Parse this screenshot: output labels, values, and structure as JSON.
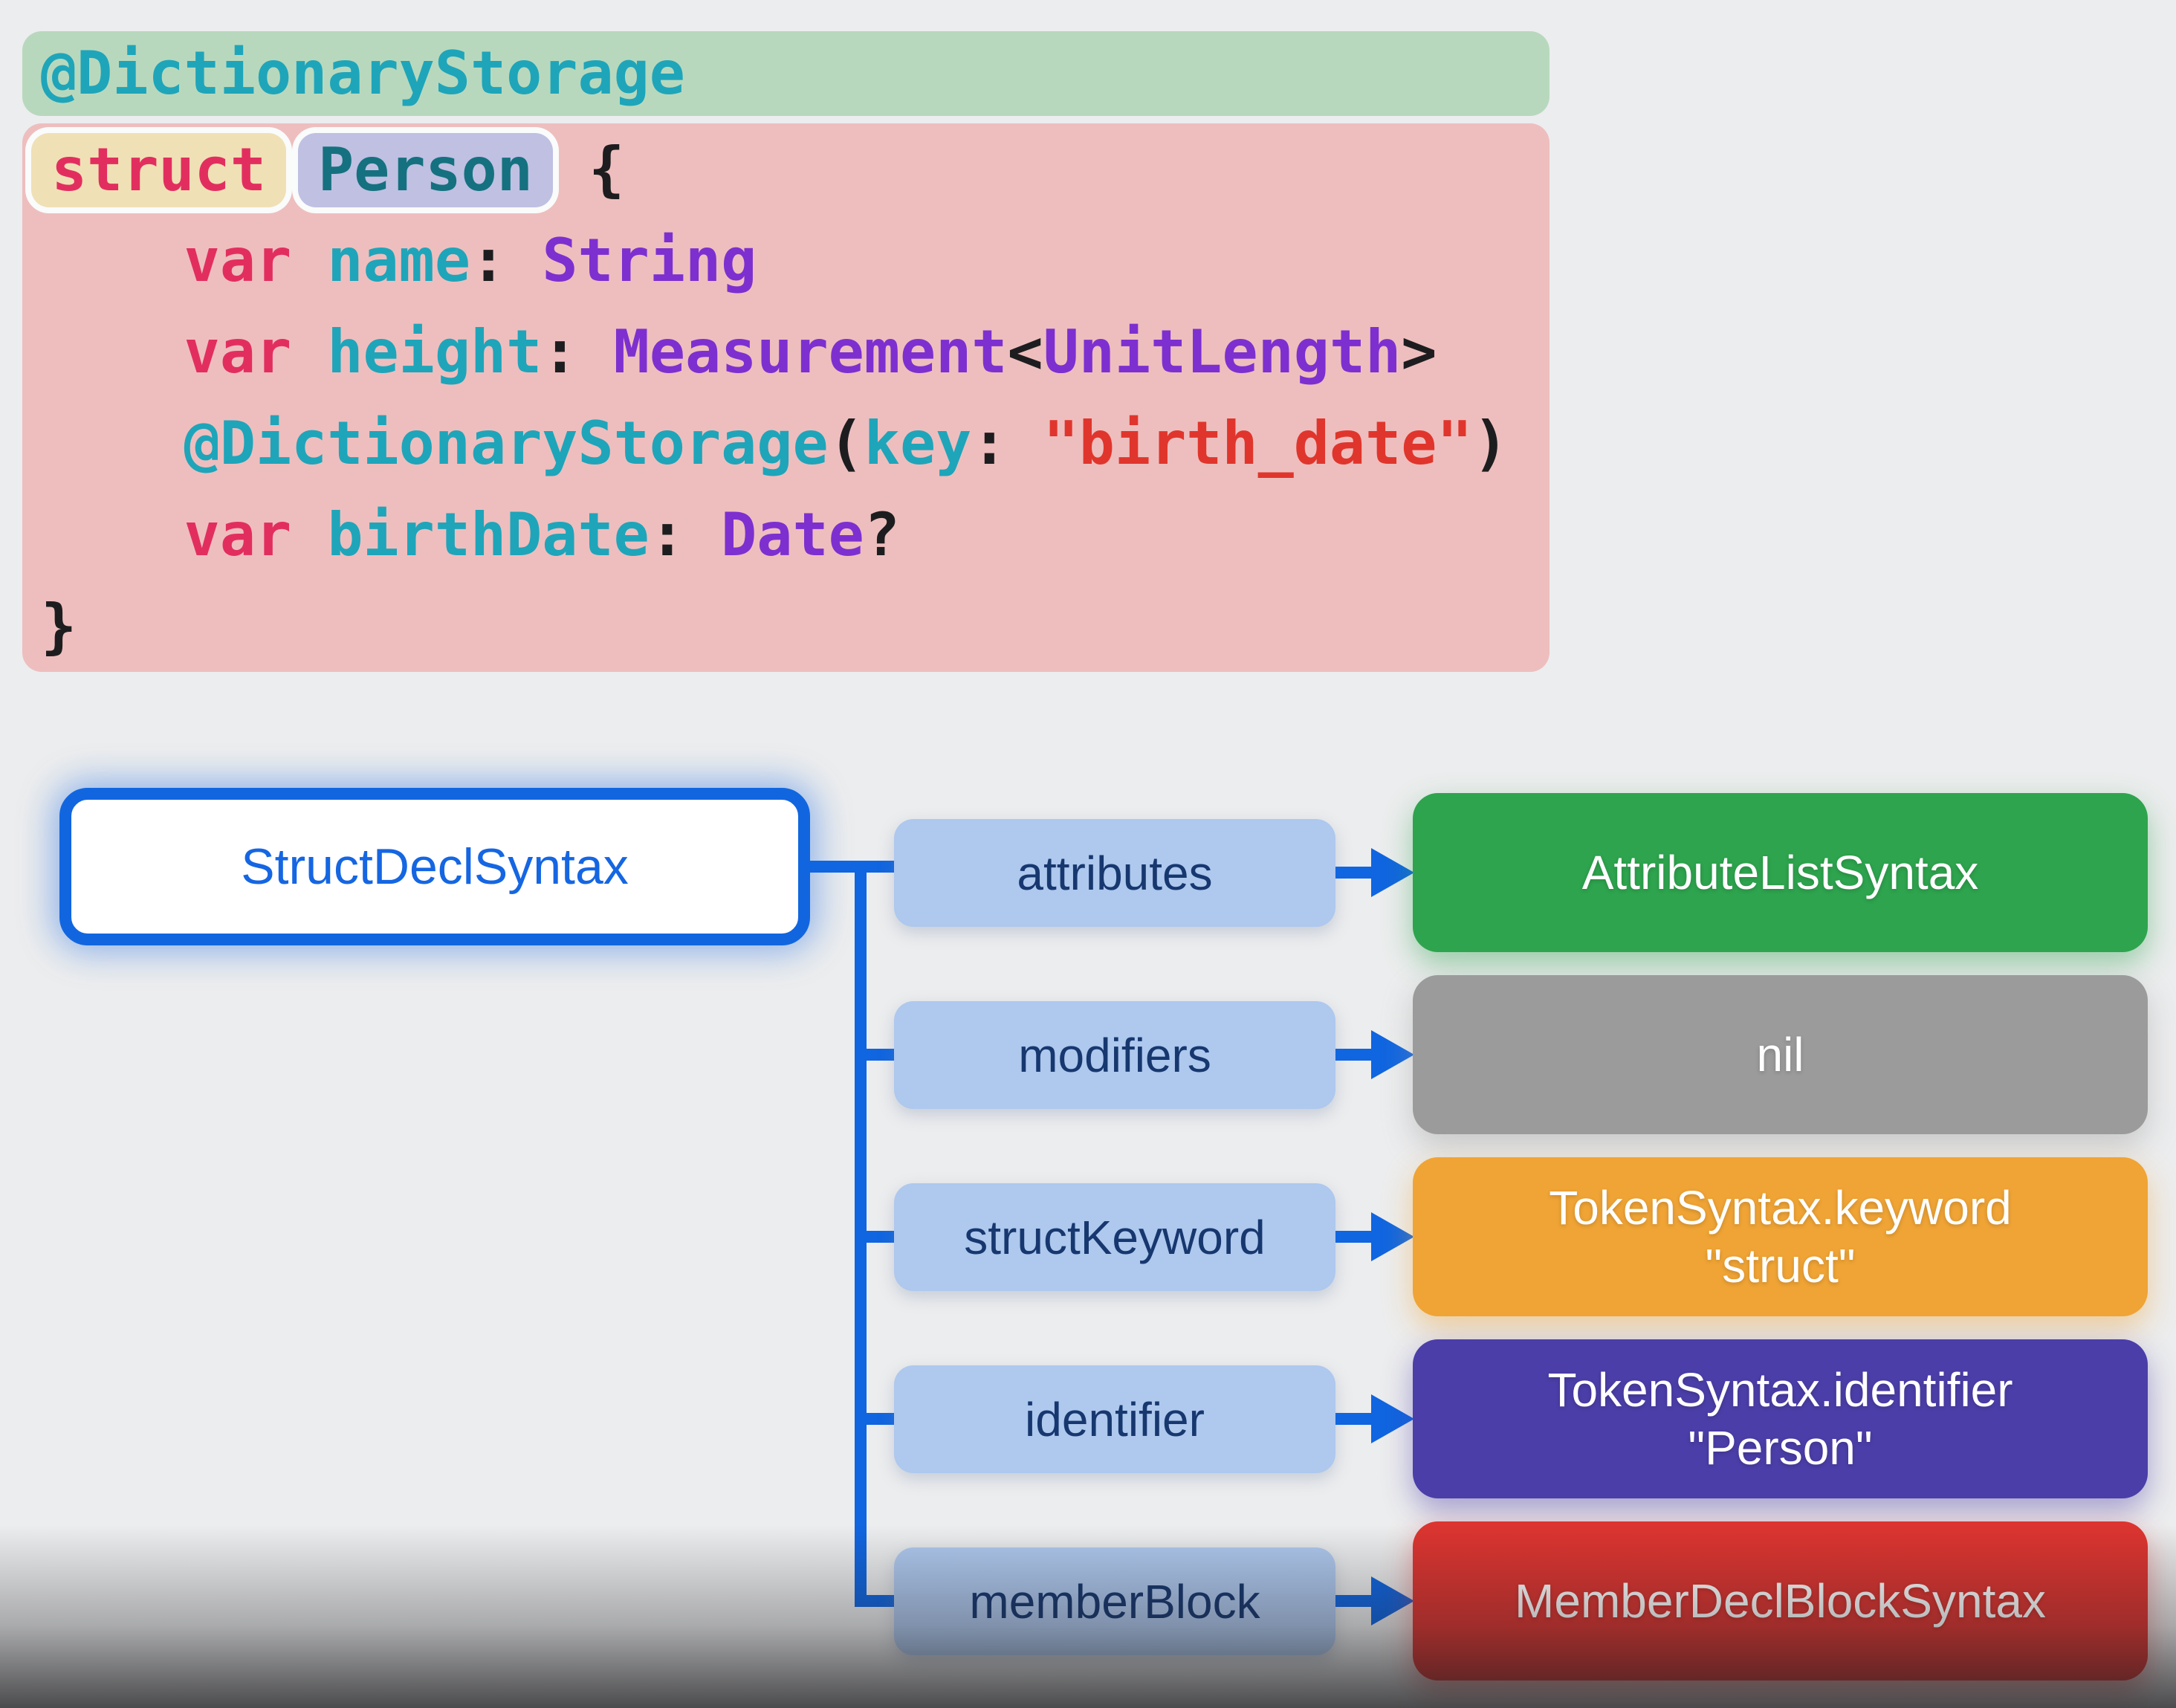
{
  "palette": {
    "page_bg": "#ECEDEE",
    "teal": "#1EA5BA",
    "teal_dark": "#15717F",
    "keyword_pink": "#E22E5F",
    "type_purple": "#7E2FD0",
    "string_red": "#E0352C",
    "plain_black": "#1D1D1F",
    "green_chip_bg": "#B8D8BD",
    "tan_chip_bg": "#F0E0B6",
    "lavender_chip_bg": "#BFC0E2",
    "pink_block_bg": "#EEBEBE",
    "diagram_blue": "#1065E0",
    "root_text_blue": "#1566E2",
    "label_bg": "#AEC8EE",
    "label_text": "#17376F"
  },
  "code_block": {
    "attribute_line": {
      "tokens": [
        {
          "text": "@DictionaryStorage",
          "color": "teal"
        }
      ]
    },
    "body_lines": [
      {
        "chip_line": true,
        "tokens": [
          {
            "text": "struct",
            "color": "keyword_pink",
            "chip": "tan",
            "name": "struct-keyword-chip"
          },
          {
            "text": "Person",
            "color": "teal_dark",
            "chip": "lavender",
            "name": "person-identifier-chip"
          },
          {
            "text": " {",
            "color": "plain_black"
          }
        ]
      },
      {
        "tokens": [
          {
            "text": "    var",
            "color": "keyword_pink"
          },
          {
            "text": " name",
            "color": "teal"
          },
          {
            "text": ":",
            "color": "plain_black"
          },
          {
            "text": " String",
            "color": "type_purple"
          }
        ]
      },
      {
        "tokens": [
          {
            "text": "    var",
            "color": "keyword_pink"
          },
          {
            "text": " height",
            "color": "teal"
          },
          {
            "text": ":",
            "color": "plain_black"
          },
          {
            "text": " Measurement",
            "color": "type_purple"
          },
          {
            "text": "<",
            "color": "plain_black"
          },
          {
            "text": "UnitLength",
            "color": "type_purple"
          },
          {
            "text": ">",
            "color": "plain_black"
          }
        ]
      },
      {
        "tokens": [
          {
            "text": "    @DictionaryStorage",
            "color": "teal"
          },
          {
            "text": "(",
            "color": "plain_black"
          },
          {
            "text": "key",
            "color": "teal"
          },
          {
            "text": ": ",
            "color": "plain_black"
          },
          {
            "text": "\"birth_date\"",
            "color": "string_red"
          },
          {
            "text": ")",
            "color": "plain_black"
          }
        ]
      },
      {
        "tokens": [
          {
            "text": "    var",
            "color": "keyword_pink"
          },
          {
            "text": " birthDate",
            "color": "teal"
          },
          {
            "text": ":",
            "color": "plain_black"
          },
          {
            "text": " Date",
            "color": "type_purple"
          },
          {
            "text": "?",
            "color": "plain_black"
          }
        ]
      },
      {
        "tokens": [
          {
            "text": "}",
            "color": "plain_black"
          }
        ]
      }
    ]
  },
  "diagram": {
    "root_label": "StructDeclSyntax",
    "rows": [
      {
        "field": "attributes",
        "value_lines": [
          "AttributeListSyntax"
        ],
        "value_color": "#2EA44E"
      },
      {
        "field": "modifiers",
        "value_lines": [
          "nil"
        ],
        "value_color": "#9B9B9B"
      },
      {
        "field": "structKeyword",
        "value_lines": [
          "TokenSyntax.keyword",
          "\"struct\""
        ],
        "value_color": "#F0A435"
      },
      {
        "field": "identifier",
        "value_lines": [
          "TokenSyntax.identifier",
          "\"Person\""
        ],
        "value_color": "#4B3EA8"
      },
      {
        "field": "memberBlock",
        "value_lines": [
          "MemberDeclBlockSyntax"
        ],
        "value_color": "#DC3430"
      }
    ]
  }
}
